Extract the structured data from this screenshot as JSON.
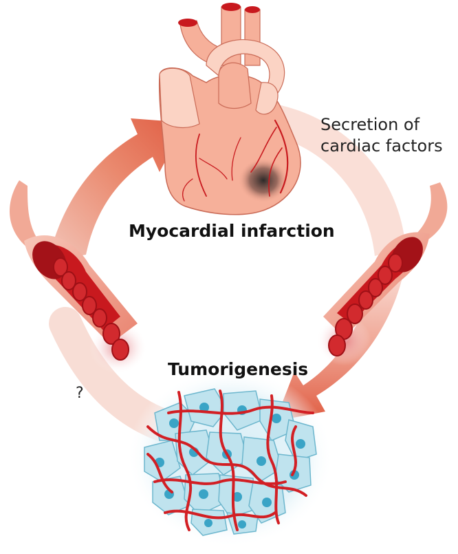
{
  "labels": {
    "secretion_line1": "Secretion of",
    "secretion_line2": "cardiac factors",
    "myocardial_infarction": "Myocardial infarction",
    "tumorigenesis": "Tumorigenesis",
    "unknown": "?"
  },
  "colors": {
    "heart_fill": "#f6b09a",
    "heart_light": "#fbd3c4",
    "vessel_red": "#c8191e",
    "vessel_pink": "#f2b0a2",
    "arrow_dark": "#e05d43",
    "arrow_pale": "#f4c7bb",
    "cell_blue": "#bfe3ee",
    "nucleus_blue": "#3aa4c6",
    "infarct": "#2b2b2b"
  }
}
